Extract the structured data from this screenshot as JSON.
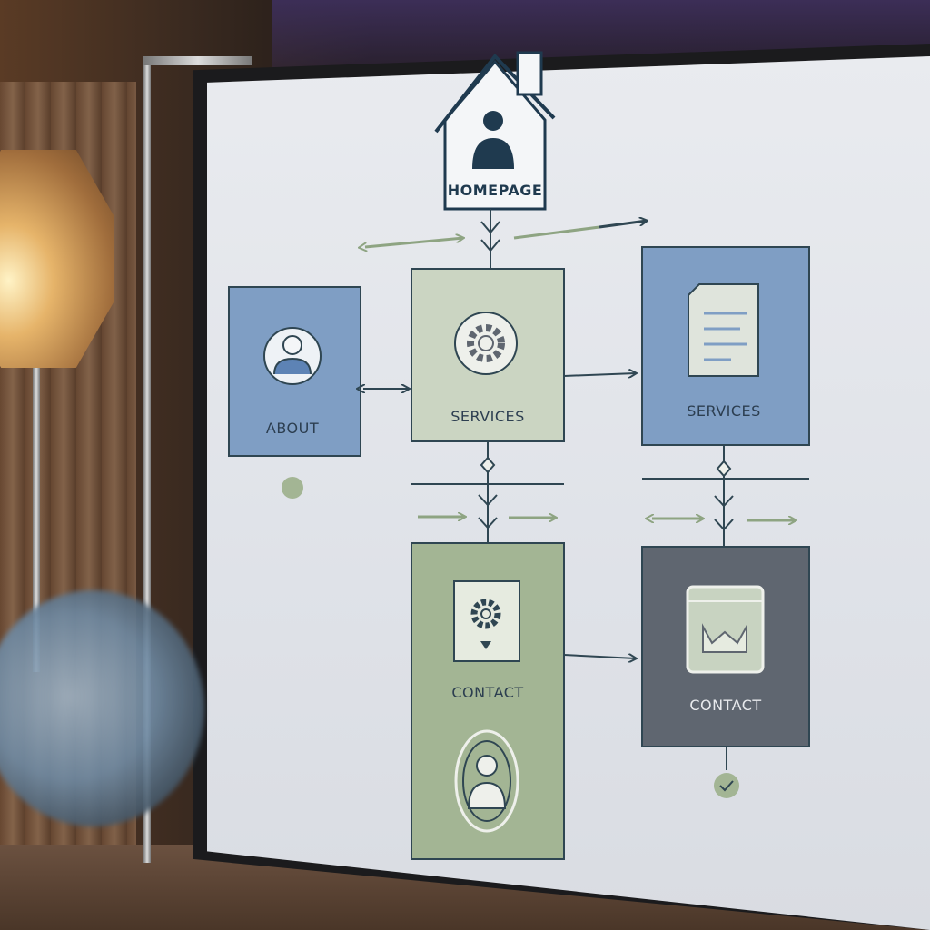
{
  "diagram": {
    "nodes": {
      "homepage": {
        "label": "HOMEPAGE",
        "icon": "house-user-icon"
      },
      "about": {
        "label": "ABOUT",
        "icon": "user-circle-icon"
      },
      "services_center": {
        "label": "SERVICES",
        "icon": "gear-icon"
      },
      "services_right": {
        "label": "SERVICES",
        "icon": "document-icon"
      },
      "contact_center": {
        "label": "CONTACT",
        "icon": "gear-window-icon"
      },
      "contact_right": {
        "label": "CONTACT",
        "icon": "mail-window-icon"
      }
    },
    "colors": {
      "blue": "#7f9ec4",
      "green": "#a3b594",
      "slate": "#5f6670",
      "arrow_dark": "#2f4652",
      "arrow_green": "#8ea482",
      "house_outline": "#1f3a4f"
    }
  }
}
